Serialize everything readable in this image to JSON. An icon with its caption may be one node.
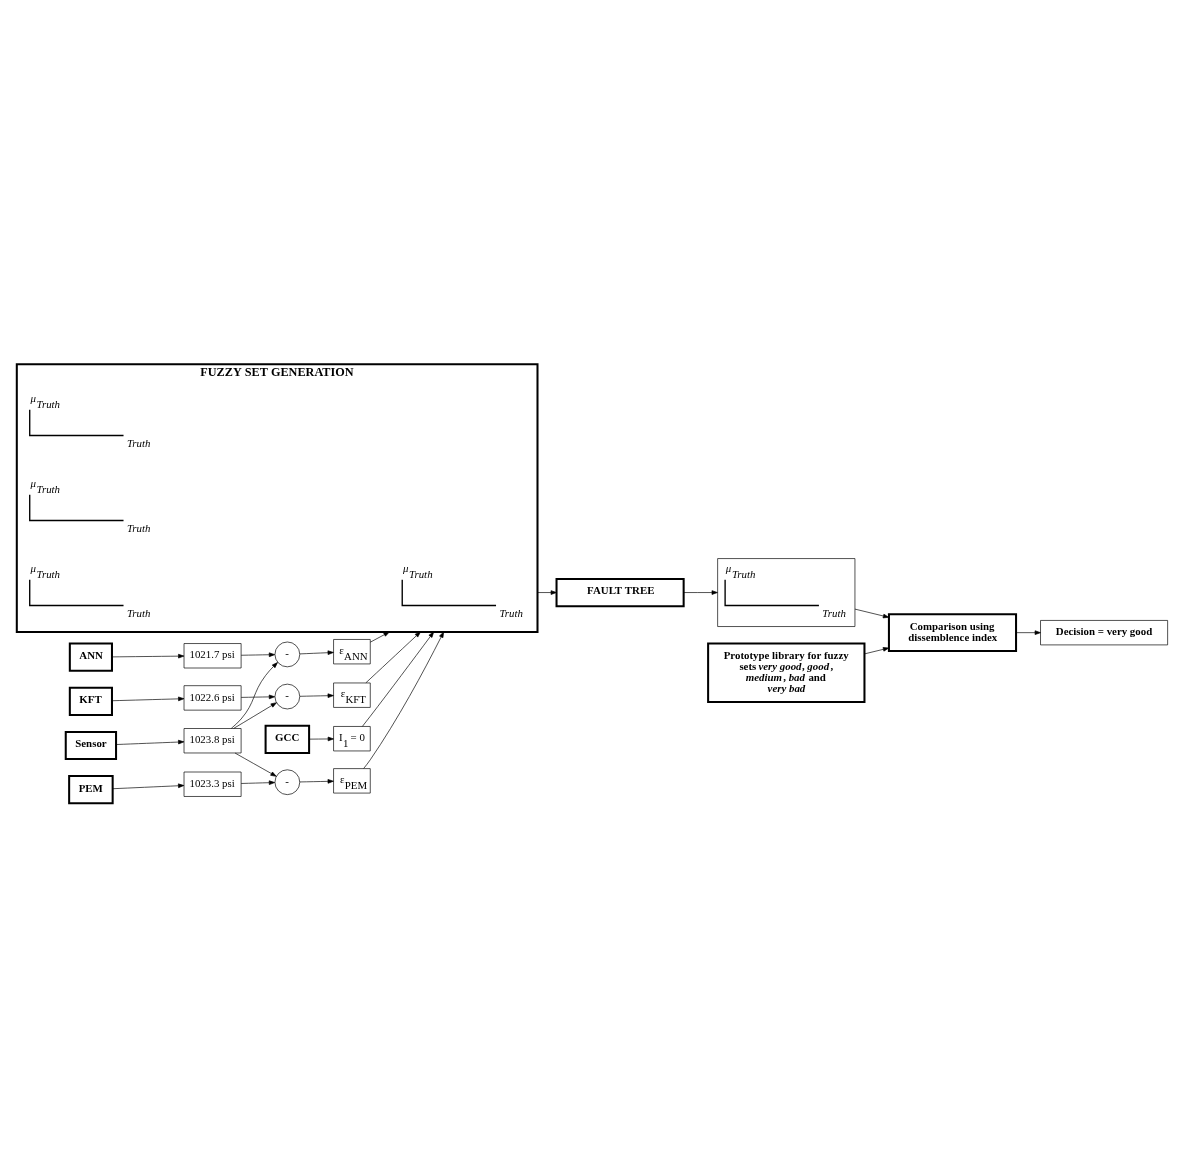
{
  "diagram": {
    "nodes": [
      {
        "text": [
          "GCC"
        ]
      },
      {
        "text": [
          "I$_{1}$ = 0"
        ]
      },
      {
        "text": [
          "PEM"
        ]
      },
      {
        "text": [
          "1023.3 psi"
        ]
      },
      {
        "text": [
          "ANN"
        ]
      },
      {
        "text": [
          "1021.7 psi"
        ]
      },
      {
        "text": [
          "KFT"
        ]
      },
      {
        "text": [
          "1022.6 psi"
        ]
      },
      {
        "text": [
          "Sensor"
        ]
      },
      {
        "text": [
          "1023.8 psi"
        ]
      },
      {
        "text": [
          "-"
        ]
      },
      {
        "text": [
          "-"
        ]
      },
      {
        "text": [
          "-"
        ]
      },
      {
        "text": [
          "ε$_{PEM}$"
        ]
      },
      {
        "text": [
          "ε$_{ANN}$"
        ]
      },
      {
        "text": [
          "ε$_{KFT}$"
        ]
      },
      {
        "text": [
          "FUZZY SET GENERATION"
        ]
      },
      {
        "text": [
          "μ$_{Truth}$",
          "Truth"
        ],
        "in": 16
      },
      {
        "text": [
          "μ$_{Truth}$",
          "Truth"
        ],
        "in": 16
      },
      {
        "text": [
          "μ$_{Truth}$",
          "Truth"
        ],
        "in": 16
      },
      {
        "text": [
          "μ$_{Truth}$",
          "Truth"
        ],
        "in": 16
      },
      {
        "text": [
          "FAULT TREE"
        ]
      },
      {
        "text": [
          "μ$_{Truth}$",
          "Truth"
        ]
      },
      {
        "text": [
          "Prototype library for fuzzy sets *very good*, *good*, *medium*, *bad* and *very bad*"
        ]
      },
      {
        "text": [
          "Comparison using dissemblence index"
        ]
      },
      {
        "text": [
          "Decision = very good"
        ]
      }
    ],
    "edges": [
      {
        "from": 0,
        "to": 1,
        "arrow": "to"
      },
      {
        "from": 1,
        "to": 16,
        "arrow": "to"
      },
      {
        "from": 2,
        "to": 3,
        "arrow": "to"
      },
      {
        "from": 3,
        "to": 10,
        "arrow": "to"
      },
      {
        "from": 10,
        "to": 13,
        "arrow": "to"
      },
      {
        "from": 13,
        "to": 16,
        "arrow": "to"
      },
      {
        "from": 4,
        "to": 5,
        "arrow": "to"
      },
      {
        "from": 5,
        "to": 11,
        "arrow": "to"
      },
      {
        "from": 11,
        "to": 14,
        "arrow": "to"
      },
      {
        "from": 14,
        "to": 16,
        "arrow": "to"
      },
      {
        "from": 6,
        "to": 7,
        "arrow": "to"
      },
      {
        "from": 7,
        "to": 12,
        "arrow": "to"
      },
      {
        "from": 12,
        "to": 15,
        "arrow": "to"
      },
      {
        "from": 15,
        "to": 16,
        "arrow": "to"
      },
      {
        "from": 8,
        "to": 9,
        "arrow": "to"
      },
      {
        "from": 9,
        "to": 10,
        "arrow": "to"
      },
      {
        "from": 9,
        "to": 11,
        "arrow": "to"
      },
      {
        "from": 9,
        "to": 12,
        "arrow": "to"
      },
      {
        "from": 16,
        "to": 21,
        "arrow": "to"
      },
      {
        "from": 21,
        "to": 22,
        "arrow": "to"
      },
      {
        "from": 22,
        "to": 24,
        "arrow": "to"
      },
      {
        "from": 23,
        "to": 24,
        "arrow": "to"
      },
      {
        "from": 24,
        "to": 25,
        "arrow": "to"
      }
    ]
  }
}
